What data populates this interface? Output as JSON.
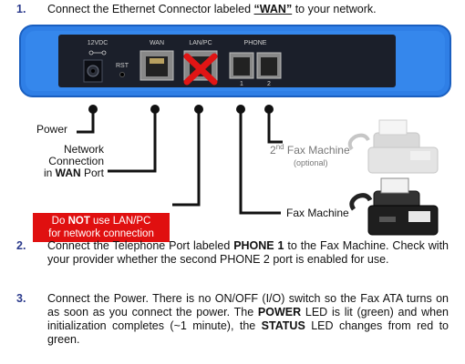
{
  "step1": {
    "number": "1.",
    "pre": "Connect the Ethernet Connector labeled ",
    "label": "“WAN”",
    "post": " to your network."
  },
  "device": {
    "port_labels": {
      "power": "12VDC",
      "rst": "RST",
      "wan": "WAN",
      "lanpc": "LAN/PC",
      "phone": "PHONE",
      "phone1": "1",
      "phone2": "2"
    },
    "colors": {
      "body": "#2f7fe6",
      "panel": "#1b1f2a",
      "lead_line": "#111111",
      "cross": "#e01515"
    }
  },
  "callouts": {
    "power": "Power",
    "network_line1": "Network",
    "network_line2": "Connection",
    "network_line3_pre": "in ",
    "network_line3_bold": "WAN",
    "network_line3_post": " Port",
    "fax2_pre": "2",
    "fax2_sup": "nd",
    "fax2_post": " Fax Machine",
    "fax2_optional": "(optional)",
    "fax1": "Fax Machine",
    "warning_pre": "Do ",
    "warning_bold": "NOT",
    "warning_post": " use LAN/PC",
    "warning_line2": "for network connection",
    "warning_color": "#e01010"
  },
  "step2": {
    "number": "2.",
    "pre": "Connect the Telephone Port labeled ",
    "bold": "PHONE 1",
    "post": " to the Fax Machine. Check with your provider whether the second PHONE 2 port is enabled for use."
  },
  "step3": {
    "number": "3.",
    "pre": "Connect the Power. There is no ON/OFF (I/O) switch so the Fax ATA turns on as soon as you connect the power. The ",
    "bold1": "POWER",
    "mid": " LED is lit (green) and when initialization completes (~1 minute), the ",
    "bold2": "STATUS",
    "post": " LED changes from red to green."
  }
}
